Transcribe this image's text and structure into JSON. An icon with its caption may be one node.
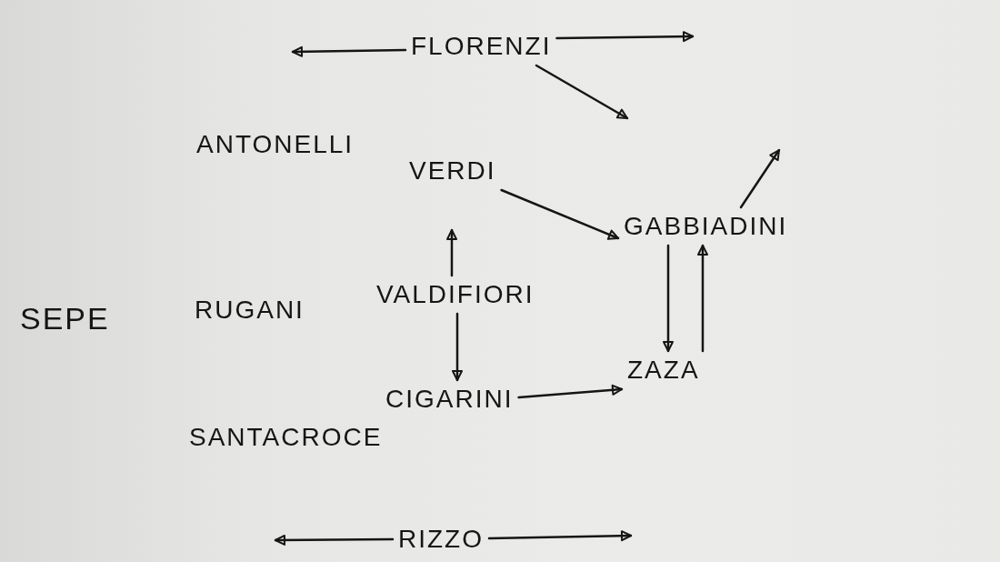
{
  "diagram": {
    "nodes": [
      {
        "text": [
          "FLORENZI"
        ]
      },
      {
        "text": [
          "ANTONELLI"
        ]
      },
      {
        "text": [
          "VERDI"
        ]
      },
      {
        "text": [
          "GABBIADINI"
        ]
      },
      {
        "text": [
          "SEPE"
        ]
      },
      {
        "text": [
          "RUGANI"
        ]
      },
      {
        "text": [
          "VALDIFIORI"
        ]
      },
      {
        "text": [
          "ZAZA"
        ]
      },
      {
        "text": [
          "CIGARINI"
        ]
      },
      {
        "text": [
          "SANTACROCE"
        ]
      },
      {
        "text": [
          "RIZZO"
        ]
      }
    ],
    "edges": [
      {
        "from": 0,
        "to": null,
        "arrow": "to"
      },
      {
        "from": 0,
        "to": null,
        "arrow": "to"
      },
      {
        "from": 0,
        "to": null,
        "arrow": "to"
      },
      {
        "from": 2,
        "to": 3,
        "arrow": "to"
      },
      {
        "from": 3,
        "to": null,
        "arrow": "to"
      },
      {
        "from": 6,
        "to": null,
        "arrow": "to"
      },
      {
        "from": 6,
        "to": 8,
        "arrow": "to"
      },
      {
        "from": 3,
        "to": 7,
        "arrow": "to"
      },
      {
        "from": 7,
        "to": 3,
        "arrow": "to"
      },
      {
        "from": 8,
        "to": 7,
        "arrow": "to"
      },
      {
        "from": 10,
        "to": null,
        "arrow": "to"
      },
      {
        "from": 10,
        "to": null,
        "arrow": "to"
      }
    ]
  }
}
